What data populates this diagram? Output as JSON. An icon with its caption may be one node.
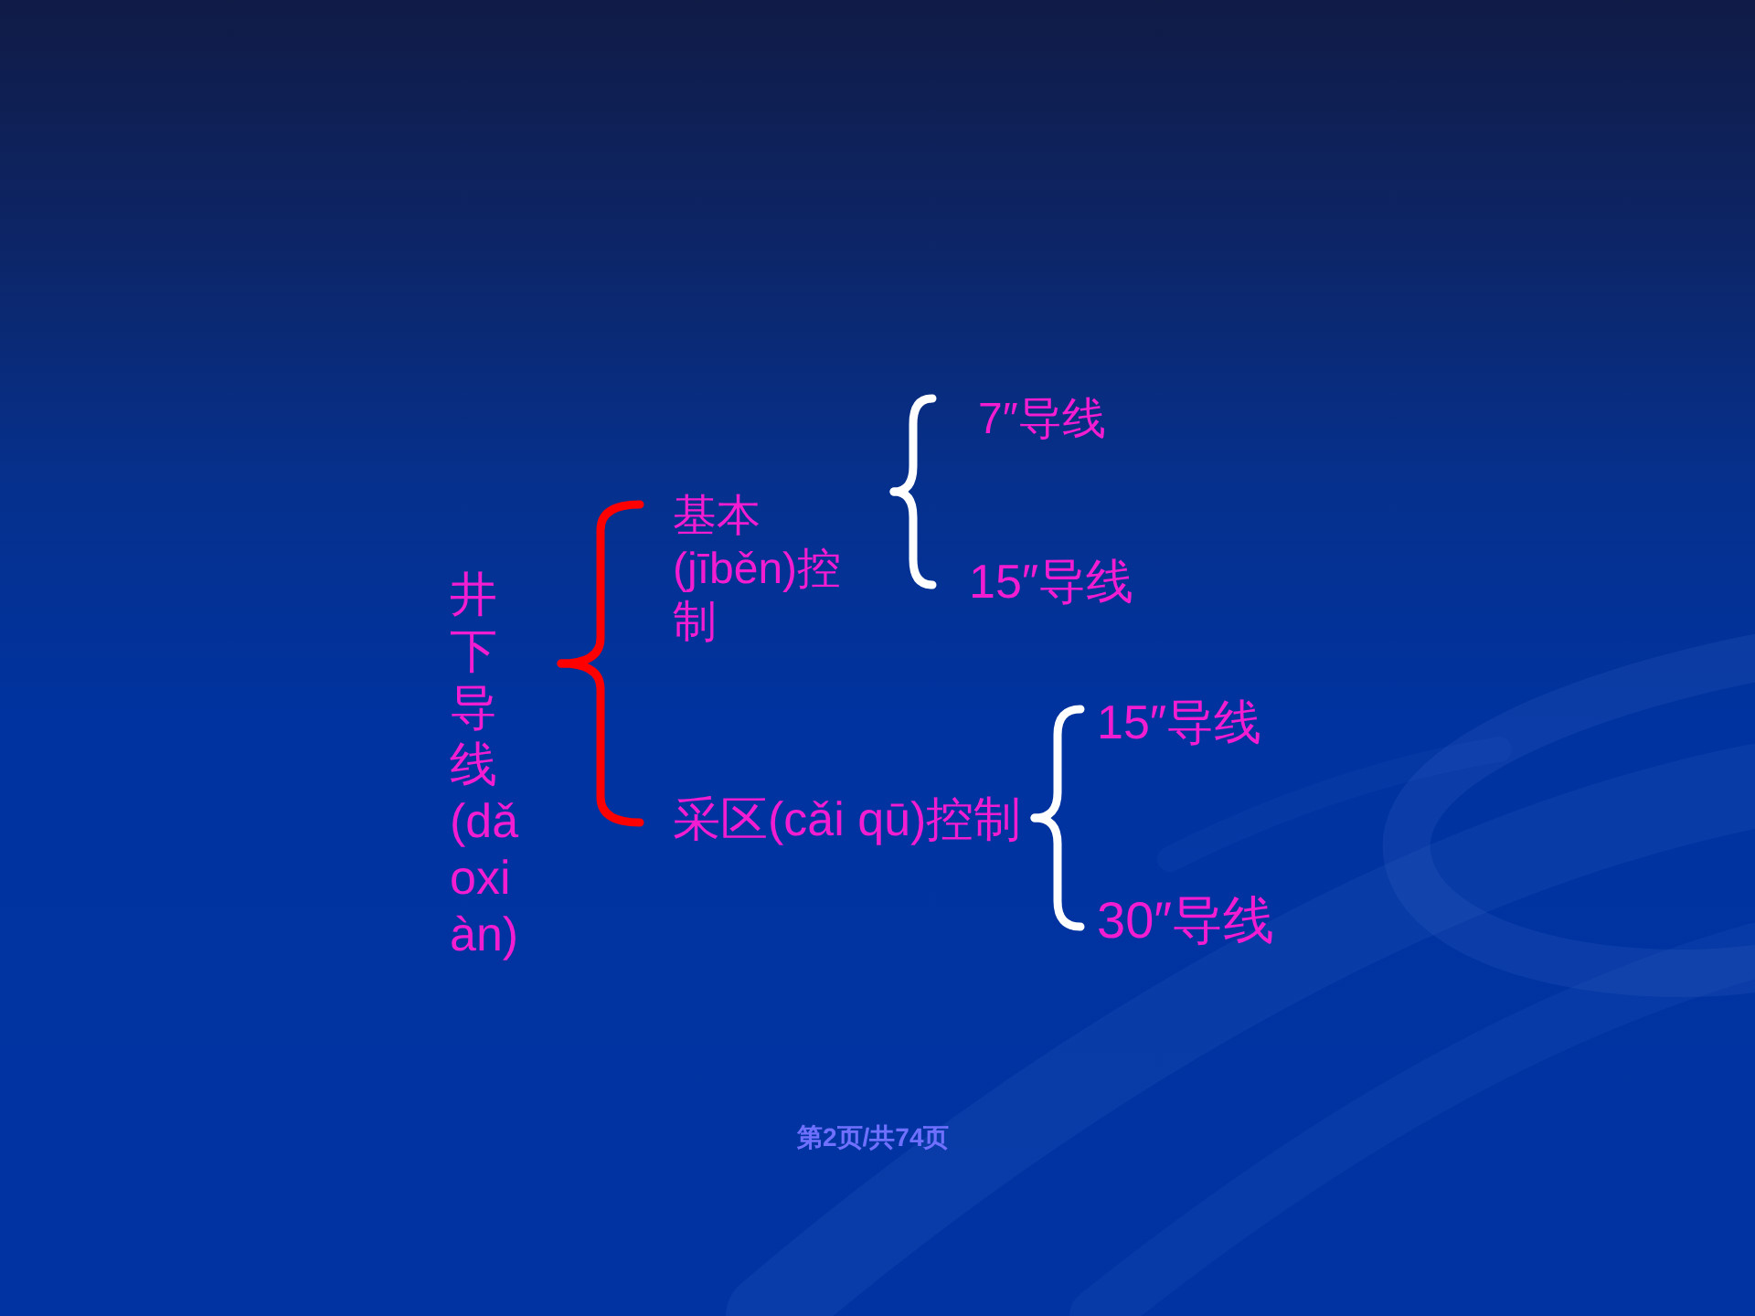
{
  "diagram": {
    "nodes": [
      {
        "text": [
          "井下导线(dǎoxiàn)"
        ]
      },
      {
        "text": [
          "基本(jīběn)控制"
        ]
      },
      {
        "text": [
          "采区(cǎi qū)控制"
        ]
      },
      {
        "text": [
          "7″导线"
        ]
      },
      {
        "text": [
          "15″导线"
        ]
      },
      {
        "text": [
          "15″导线"
        ]
      },
      {
        "text": [
          "30″导线"
        ]
      }
    ],
    "edges": [
      {
        "from": 0,
        "to": 1,
        "arrow": "none",
        "color": "#ff0000"
      },
      {
        "from": 0,
        "to": 2,
        "arrow": "none",
        "color": "#ff0000"
      },
      {
        "from": 1,
        "to": 3,
        "arrow": "none"
      },
      {
        "from": 1,
        "to": 4,
        "arrow": "none"
      },
      {
        "from": 2,
        "to": 5,
        "arrow": "none"
      },
      {
        "from": 2,
        "to": 6,
        "arrow": "none"
      }
    ],
    "labels": [
      "第2页/共74页"
    ]
  }
}
